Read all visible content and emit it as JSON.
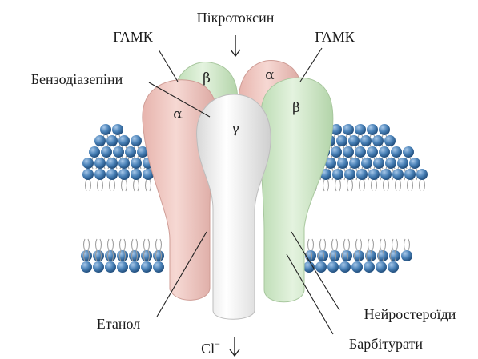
{
  "labels": {
    "picrotoxin": "Пікротоксин",
    "gaba_left": "ГАМК",
    "gaba_right": "ГАМК",
    "benzodiazepines": "Бензодіазепіни",
    "ethanol": "Етанол",
    "neurosteroids": "Нейростероїди",
    "barbiturates": "Барбітурати",
    "chloride": "Cl",
    "chloride_sup": "−"
  },
  "subunits": {
    "back_left": "β",
    "back_right": "α",
    "front_left": "α",
    "front_center": "γ",
    "front_right": "β"
  },
  "colors": {
    "alpha_subunit": "#f2cfc9",
    "beta_subunit": "#d6ecd0",
    "gamma_subunit": "#f7f7f7",
    "lipid_head": "#4a82b8",
    "line": "#222222"
  }
}
